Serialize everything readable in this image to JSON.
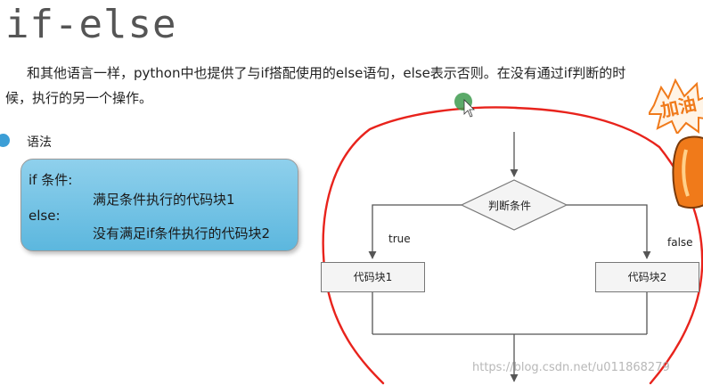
{
  "slide": {
    "title": "if-else",
    "intro": "和其他语言一样，python中也提供了与if搭配使用的else语句，else表示否则。在没有通过if判断的时候，执行的另一个操作。"
  },
  "syntax": {
    "label": "语法",
    "lines": [
      "if 条件:",
      "满足条件执行的代码块1",
      "else:",
      "没有满足if条件执行的代码块2"
    ]
  },
  "flowchart": {
    "decision": "判断条件",
    "true_label": "true",
    "false_label": "false",
    "block_true": "代码块1",
    "block_false": "代码块2"
  },
  "badge": {
    "text": "加油"
  },
  "watermark": "https://blog.csdn.net/u011868279",
  "colors": {
    "annotation_red": "#e8231c",
    "syntax_box": "#6cc1e4",
    "bullet": "#3c9ed6",
    "cursor_dot": "#3e9b4f",
    "badge_orange": "#f07a1a"
  }
}
